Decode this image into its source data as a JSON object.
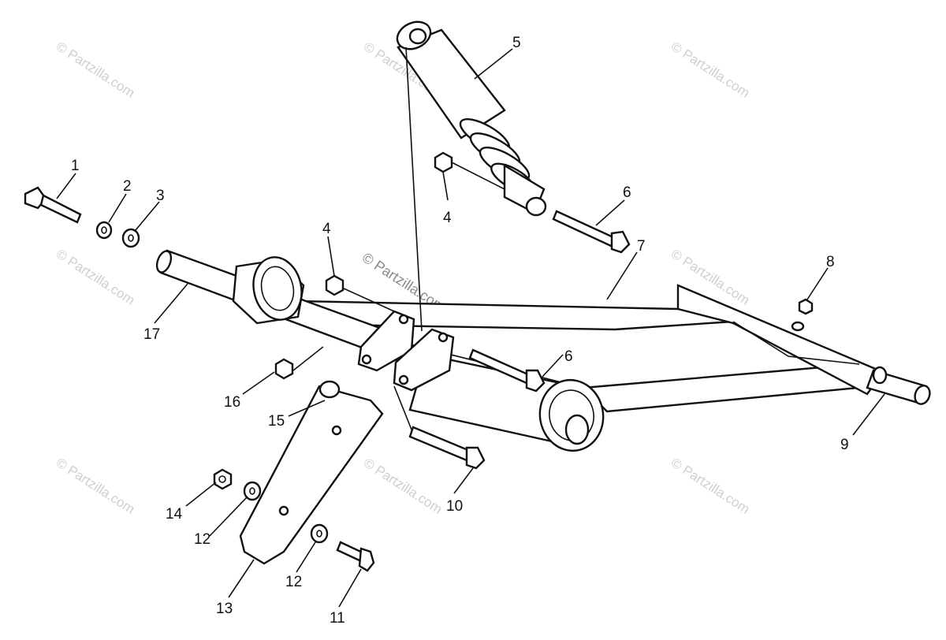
{
  "watermark": "© Partzilla.com",
  "labels": {
    "l1": "1",
    "l2": "2",
    "l3": "3",
    "l4a": "4",
    "l4b": "4",
    "l5": "5",
    "l6a": "6",
    "l6b": "6",
    "l7": "7",
    "l8": "8",
    "l9": "9",
    "l10": "10",
    "l11": "11",
    "l12a": "12",
    "l12b": "12",
    "l13": "13",
    "l14": "14",
    "l15": "15",
    "l16": "16",
    "l17": "17"
  },
  "colors": {
    "line": "#111111",
    "watermark": "#cfcfcf",
    "background": "#ffffff"
  }
}
